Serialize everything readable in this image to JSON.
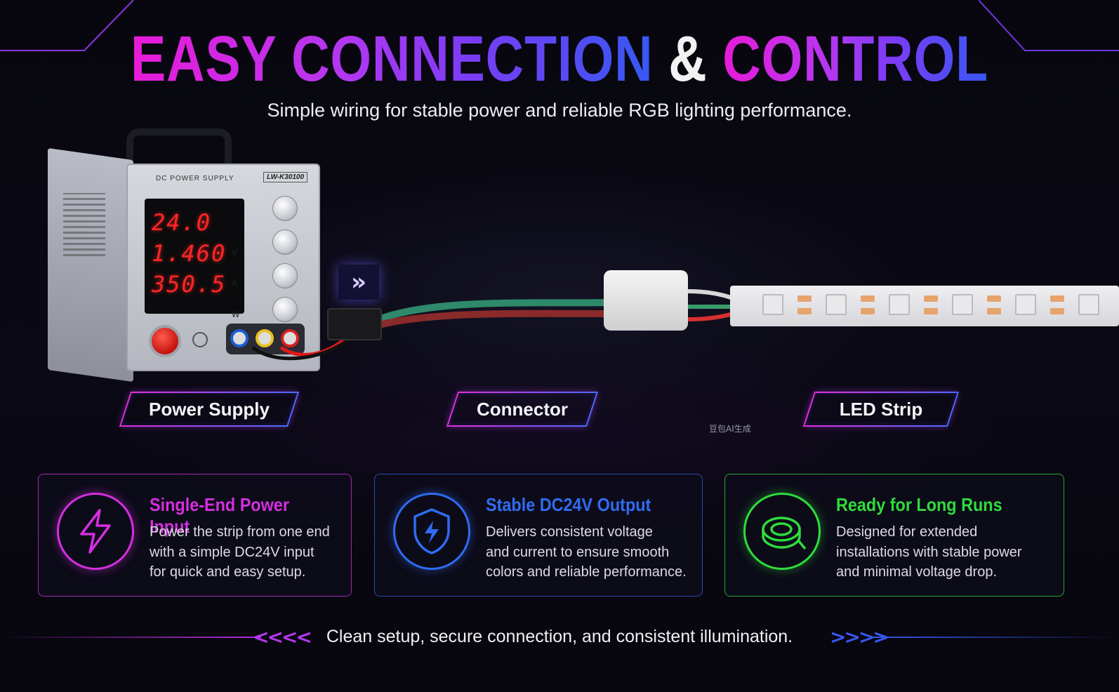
{
  "header": {
    "title_part1": "EASY CONNECTION",
    "title_amp": "&",
    "title_part2": "CONTROL",
    "subtitle": "Simple wiring for stable power and reliable RGB lighting performance."
  },
  "power_supply": {
    "brand": "DC POWER SUPPLY",
    "model": "LW-K30100",
    "voltage": "24.0",
    "current": "1.460",
    "power": "350.5",
    "voltage_unit": "V",
    "current_unit": "A",
    "power_unit": "W"
  },
  "labels": {
    "power_supply": "Power Supply",
    "connector": "Connector",
    "led_strip": "LED Strip"
  },
  "watermark": "豆包AI生成",
  "cards": [
    {
      "title": "Single-End Power Input",
      "lines": [
        "Power the strip from one end",
        "with a simple DC24V input",
        "for quick and easy setup."
      ],
      "icon": "lightning-icon",
      "color": "#d42fe0"
    },
    {
      "title": "Stable DC24V Output",
      "lines": [
        "Delivers consistent voltage",
        "and current to ensure smooth",
        "colors and reliable performance."
      ],
      "icon": "shield-icon",
      "color": "#2f6cf2"
    },
    {
      "title": "Ready for Long Runs",
      "lines": [
        "Designed for extended",
        "installations with stable power",
        "and minimal voltage drop."
      ],
      "icon": "strip-reel-icon",
      "color": "#2fdc3c"
    }
  ],
  "footer": {
    "text": "Clean setup, secure connection, and consistent illumination.",
    "left_chevrons": "<<<<",
    "right_chevrons": ">>>>"
  },
  "colors": {
    "magenta": "#e21bd8",
    "purple": "#9a3cf5",
    "blue": "#3658f2",
    "green": "#2fdc3c",
    "background": "#07060d"
  }
}
